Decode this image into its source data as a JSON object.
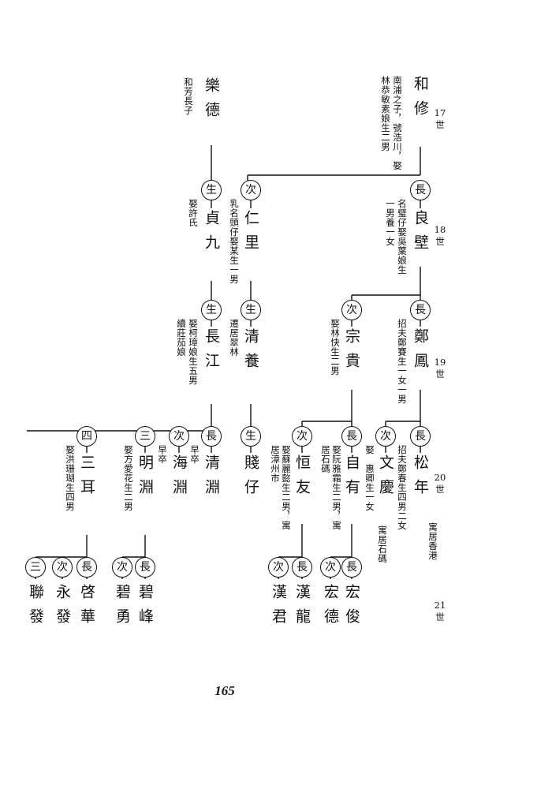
{
  "page_number": "165",
  "generations": [
    {
      "num": "17",
      "char": "世"
    },
    {
      "num": "18",
      "char": "世"
    },
    {
      "num": "19",
      "char": "世"
    },
    {
      "num": "20",
      "char": "世"
    },
    {
      "num": "21",
      "char": "世"
    }
  ],
  "g17": {
    "hexiu": {
      "name": "和修",
      "note": [
        "南浦之子，號浩川，娶",
        "林恭敏素娘生二男"
      ]
    },
    "lede": {
      "name": "樂德",
      "note": [
        "和芳長子"
      ]
    }
  },
  "g18": {
    "liangbi": {
      "badge": "長",
      "name": "良壁",
      "note": [
        "名璧仔娶吳葉娘生",
        "一男養一女"
      ]
    },
    "renli": {
      "badge": "次",
      "name": "仁里",
      "note": [
        "乳名頭仔娶某生一男"
      ]
    },
    "zhenjiu": {
      "badge": "生",
      "name": "貞九",
      "note": [
        "娶許氏"
      ]
    }
  },
  "g19": {
    "zhengfeng": {
      "badge": "長",
      "name": "鄭鳳",
      "note": [
        "招夫鄭賽生一女一男"
      ]
    },
    "zonggui": {
      "badge": "次",
      "name": "宗貴",
      "note": [
        "娶林快生二男"
      ]
    },
    "qingyang": {
      "badge": "生",
      "name": "清養",
      "note": [
        "遷居翠林"
      ]
    },
    "changjiang": {
      "badge": "生",
      "name": "長江",
      "note": [
        "娶柯璋娘生五男",
        "續莊茄娘"
      ]
    }
  },
  "g20": {
    "songnian": {
      "badge": "長",
      "name": "松年",
      "note": [
        "招夫鄭春生四男二女"
      ],
      "note2": "寓居香港"
    },
    "wenqing": {
      "badge": "次",
      "name": "文慶",
      "note": [
        "娶　惠卿生一女"
      ],
      "note2": "寓居石碼"
    },
    "ziyou": {
      "badge": "長",
      "name": "自有",
      "note": [
        "娶阮雅霜生二男，寓",
        "居石碼"
      ]
    },
    "hengyou": {
      "badge": "次",
      "name": "恒友",
      "note": [
        "娶蘇麗㦤生二男，寓",
        "居漳州市"
      ]
    },
    "jianzi": {
      "badge": "生",
      "name": "賤仔",
      "note": []
    },
    "qingyuan": {
      "badge": "長",
      "name": "清淵",
      "note": [
        "早卒"
      ]
    },
    "haiyuan": {
      "badge": "次",
      "name": "海淵",
      "note": [
        "早卒"
      ]
    },
    "mingyuan": {
      "badge": "三",
      "name": "明淵",
      "note": [
        "娶方愛花生二男"
      ]
    },
    "saner": {
      "badge": "四",
      "name": "三耳",
      "note": [
        "娶洪珊瑚生四男"
      ]
    }
  },
  "g21": [
    {
      "key": "hongjun",
      "badge": "長",
      "name": "宏俊"
    },
    {
      "key": "hongde",
      "badge": "次",
      "name": "宏德"
    },
    {
      "key": "hanlong",
      "badge": "長",
      "name": "漢龍"
    },
    {
      "key": "hanjun",
      "badge": "次",
      "name": "漢君"
    },
    {
      "key": "bifeng",
      "badge": "長",
      "name": "碧峰"
    },
    {
      "key": "biyong",
      "badge": "次",
      "name": "碧勇"
    },
    {
      "key": "qihua",
      "badge": "長",
      "name": "啓華"
    },
    {
      "key": "yongfa",
      "badge": "次",
      "name": "永發"
    },
    {
      "key": "lianfa",
      "badge": "三",
      "name": "聯發"
    }
  ]
}
